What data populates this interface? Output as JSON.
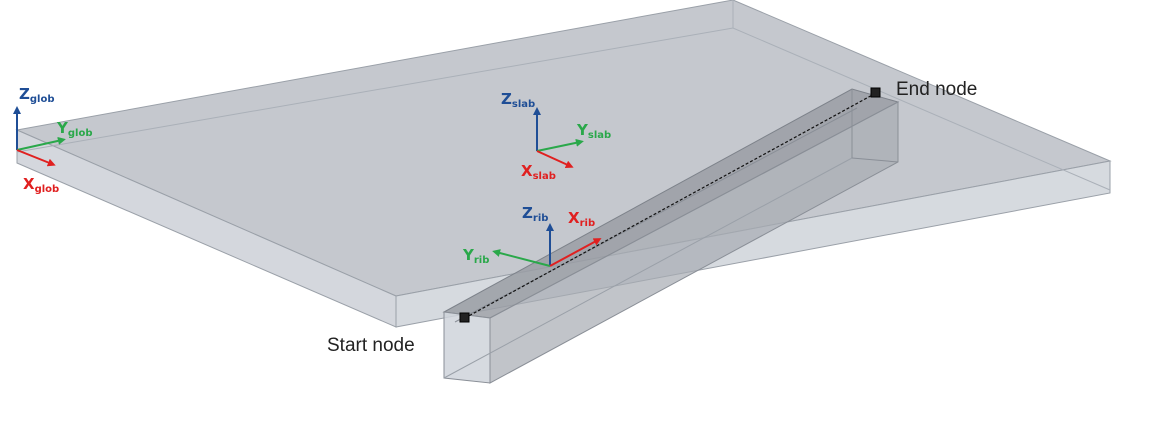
{
  "colors": {
    "z_axis": "#1f4e96",
    "y_axis": "#2aa84a",
    "x_axis": "#e02020",
    "slab_top": "#c2c5cb",
    "slab_side": "#cfd3d9",
    "edge": "#9aa0a8",
    "rib": "#9a9ea5",
    "node": "#222222"
  },
  "icons": {
    "node_marker": "cube-icon"
  },
  "labels": {
    "end_node": "End node",
    "start_node": "Start node"
  },
  "axes": {
    "glob": {
      "z": {
        "main": "Z",
        "sub": "glob"
      },
      "y": {
        "main": "Y",
        "sub": "glob"
      },
      "x": {
        "main": "X",
        "sub": "glob"
      }
    },
    "slab": {
      "z": {
        "main": "Z",
        "sub": "slab"
      },
      "y": {
        "main": "Y",
        "sub": "slab"
      },
      "x": {
        "main": "X",
        "sub": "slab"
      }
    },
    "rib": {
      "z": {
        "main": "Z",
        "sub": "rib"
      },
      "y": {
        "main": "Y",
        "sub": "rib"
      },
      "x": {
        "main": "X",
        "sub": "rib"
      }
    }
  }
}
